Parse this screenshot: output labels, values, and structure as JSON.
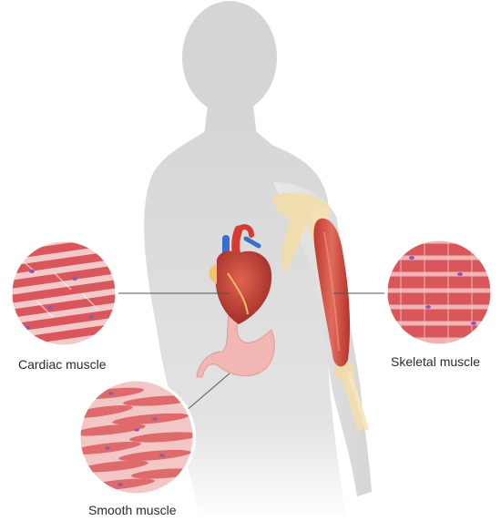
{
  "labels": {
    "cardiac": "Cardiac muscle",
    "skeletal": "Skeletal muscle",
    "smooth": "Smooth muscle"
  },
  "colors": {
    "body_silhouette": "#dcdcdc",
    "muscle_fiber": "#d9575b",
    "muscle_light": "#f0a0a0",
    "bone": "#f3dfb0",
    "heart": "#c9413a",
    "stomach": "#f2b2b0",
    "nucleus": "#8a5bb0",
    "pointer_line": "#555555"
  }
}
